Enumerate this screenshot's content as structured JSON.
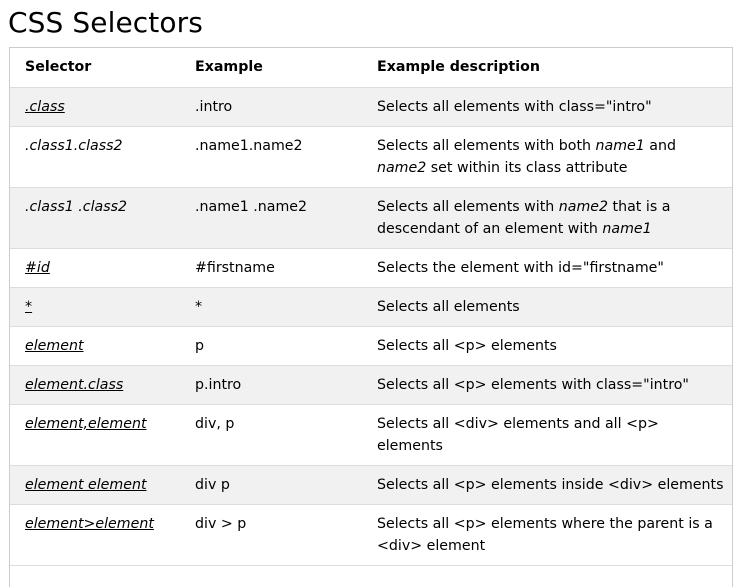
{
  "page": {
    "title": "CSS Selectors"
  },
  "table": {
    "headers": [
      "Selector",
      "Example",
      "Example description"
    ],
    "rows": [
      {
        "selector": ".class",
        "selector_link": true,
        "example": ".intro",
        "description": [
          {
            "text": "Selects all elements with class=\"intro\""
          }
        ]
      },
      {
        "selector": ".class1.class2",
        "selector_link": false,
        "example": ".name1.name2",
        "description": [
          {
            "text": "Selects all elements with both "
          },
          {
            "text": "name1",
            "em": true
          },
          {
            "text": " and "
          },
          {
            "text": "name2",
            "em": true
          },
          {
            "text": " set within its class attribute"
          }
        ]
      },
      {
        "selector": ".class1 .class2",
        "selector_link": false,
        "example": ".name1 .name2",
        "description": [
          {
            "text": "Selects all elements with "
          },
          {
            "text": "name2",
            "em": true
          },
          {
            "text": " that is a descendant of an element with "
          },
          {
            "text": "name1",
            "em": true
          }
        ]
      },
      {
        "selector": "#id",
        "selector_link": true,
        "example": "#firstname",
        "description": [
          {
            "text": "Selects the element with id=\"firstname\""
          }
        ]
      },
      {
        "selector": "*",
        "selector_link": true,
        "example": "*",
        "description": [
          {
            "text": "Selects all elements"
          }
        ]
      },
      {
        "selector": "element",
        "selector_link": true,
        "example": "p",
        "description": [
          {
            "text": "Selects all <p> elements"
          }
        ]
      },
      {
        "selector": "element.class",
        "selector_link": true,
        "example": "p.intro",
        "description": [
          {
            "text": "Selects all <p> elements with class=\"intro\""
          }
        ]
      },
      {
        "selector": "element,element",
        "selector_link": true,
        "example": "div, p",
        "description": [
          {
            "text": "Selects all <div> elements and all <p> elements"
          }
        ]
      },
      {
        "selector": "element element",
        "selector_link": true,
        "example": "div p",
        "description": [
          {
            "text": "Selects all <p> elements inside <div> elements"
          }
        ]
      },
      {
        "selector": "element>element",
        "selector_link": true,
        "example": "div > p",
        "description": [
          {
            "text": "Selects all <p> elements where the parent is a <div> element"
          }
        ]
      }
    ]
  },
  "colors": {
    "stripe": "#f1f1f1",
    "border": "#cccccc"
  }
}
